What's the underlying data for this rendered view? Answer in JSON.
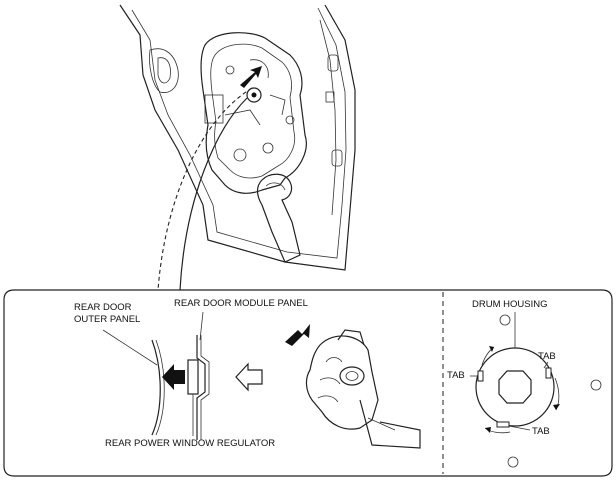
{
  "labels": {
    "rear_door_outer_panel_line1": "REAR DOOR",
    "rear_door_outer_panel_line2": "OUTER PANEL",
    "rear_door_module_panel": "REAR DOOR MODULE PANEL",
    "rear_power_window_regulator": "REAR POWER WINDOW REGULATOR",
    "drum_housing": "DRUM HOUSING",
    "tab_left": "TAB",
    "tab_top_right": "TAB",
    "tab_bottom": "TAB"
  }
}
